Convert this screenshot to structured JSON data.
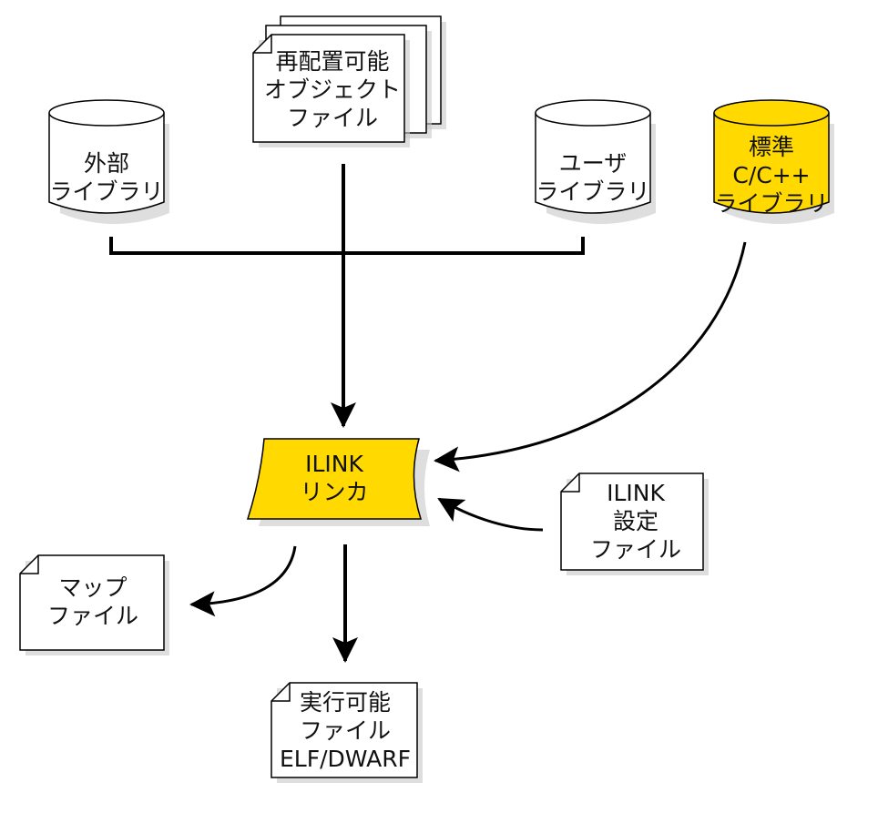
{
  "nodes": {
    "relocatable_objects": {
      "lines": [
        "再配置可能",
        "オブジェクト",
        "ファイル"
      ]
    },
    "external_library": {
      "lines": [
        "外部",
        "ライブラリ"
      ]
    },
    "user_library": {
      "lines": [
        "ユーザ",
        "ライブラリ"
      ]
    },
    "std_library": {
      "lines": [
        "標準",
        "C/C++",
        "ライブラリ"
      ]
    },
    "linker": {
      "lines": [
        "ILINK",
        "リンカ"
      ]
    },
    "config_file": {
      "lines": [
        "ILINK",
        "設定",
        "ファイル"
      ]
    },
    "map_file": {
      "lines": [
        "マップ",
        "ファイル"
      ]
    },
    "executable": {
      "lines": [
        "実行可能",
        "ファイル",
        "ELF/DWARF"
      ]
    }
  },
  "colors": {
    "highlight": "#ffd900",
    "document": "#ffffff",
    "stroke": "#000000",
    "shadow": "#c8c8c8"
  }
}
